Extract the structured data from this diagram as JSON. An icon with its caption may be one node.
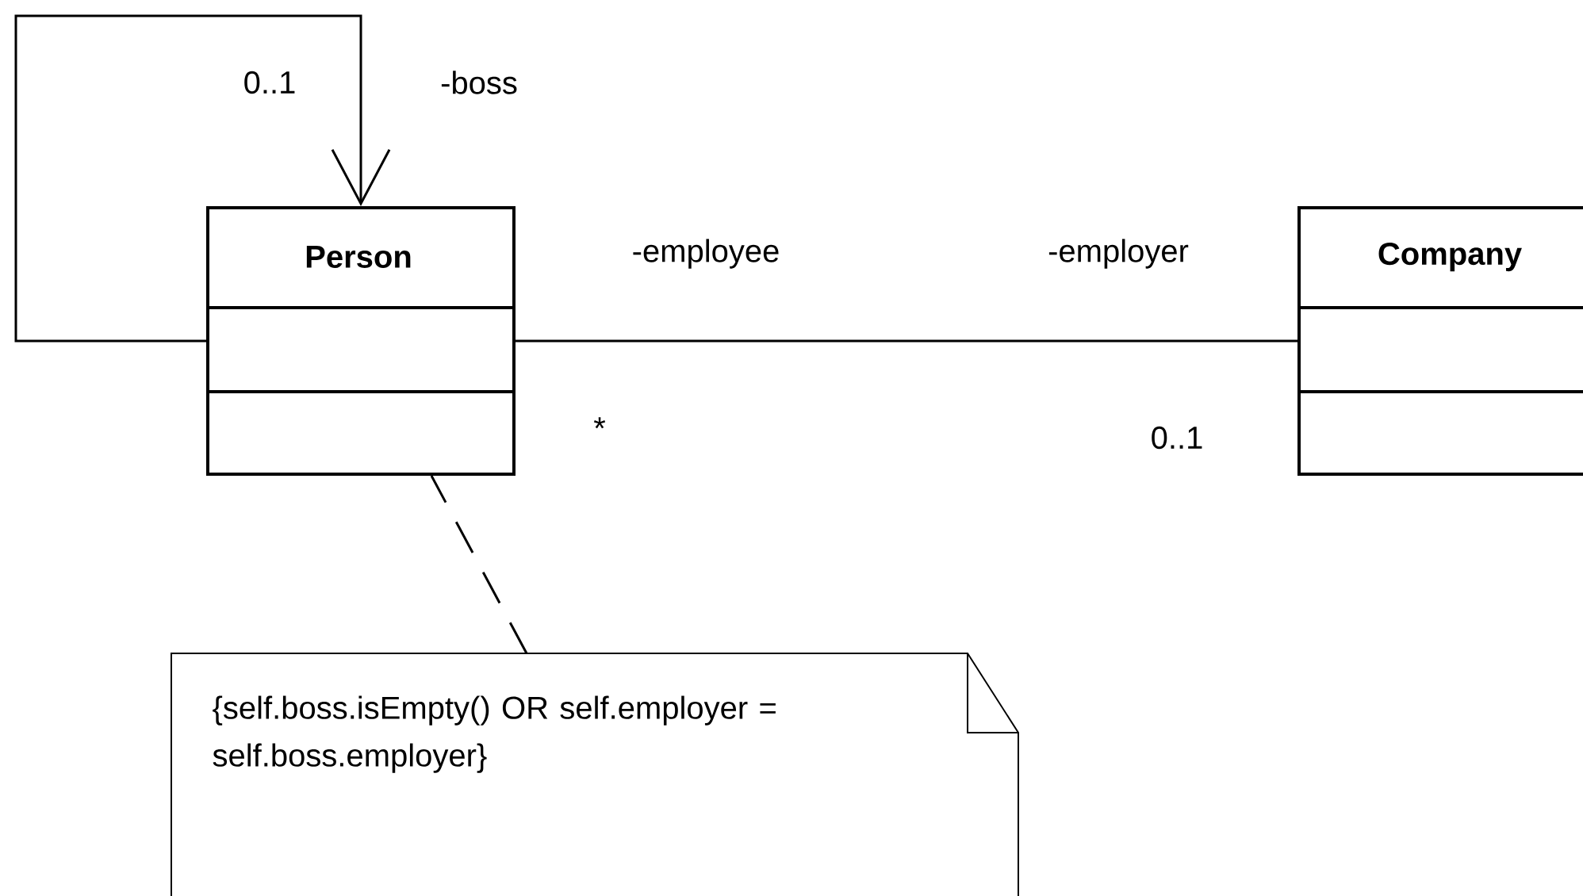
{
  "diagram": {
    "nodes": [
      {
        "text": [
          "Person"
        ]
      },
      {
        "text": [
          "Company"
        ]
      },
      {
        "text": [
          "{self.boss.isEmpty() OR self.employer = self.boss.employer}"
        ]
      }
    ],
    "edges": [
      {
        "from": 0,
        "to": 0,
        "arrow": "to"
      },
      {
        "from": 0,
        "to": 1,
        "arrow": "none"
      },
      {
        "from": 2,
        "to": 0,
        "arrow": "none",
        "style": "dashed"
      }
    ],
    "labels": [
      "0..1",
      "-boss",
      "-employee",
      "-employer",
      "*",
      "0..1"
    ]
  }
}
